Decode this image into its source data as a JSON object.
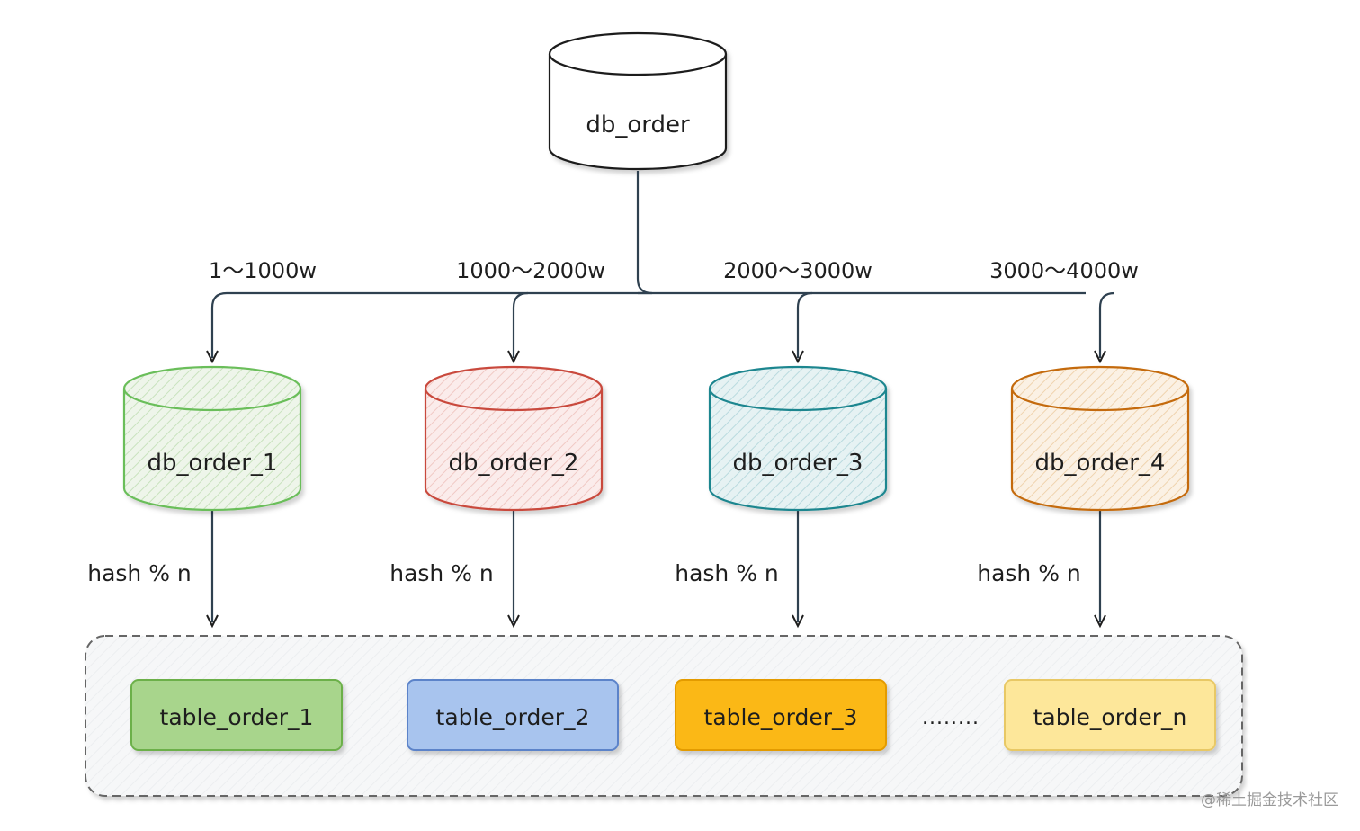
{
  "root_db": {
    "label": "db_order"
  },
  "shard_dbs": [
    {
      "label": "db_order_1",
      "range": "1～1000w",
      "routing": "hash % n",
      "color": "#6abe5a",
      "fill": "#e7f1e3"
    },
    {
      "label": "db_order_2",
      "range": "1000～2000w",
      "routing": "hash % n",
      "color": "#c94a3c",
      "fill": "#f7e1df"
    },
    {
      "label": "db_order_3",
      "range": "2000～3000w",
      "routing": "hash % n",
      "color": "#1e868f",
      "fill": "#d9ecee"
    },
    {
      "label": "db_order_4",
      "range": "3000～4000w",
      "routing": "hash % n",
      "color": "#c46b0b",
      "fill": "#f7e6d1"
    }
  ],
  "tables": [
    {
      "label": "table_order_1",
      "fill": "#a8d58c",
      "stroke": "#6cb04a"
    },
    {
      "label": "table_order_2",
      "fill": "#a8c4ee",
      "stroke": "#5b83c9"
    },
    {
      "label": "table_order_3",
      "fill": "#fbb813",
      "stroke": "#e39b00"
    },
    {
      "label": "table_order_n",
      "fill": "#fde79a",
      "stroke": "#e8c865"
    }
  ],
  "ellipsis": "........",
  "watermark": "@稀土掘金技术社区",
  "colors": {
    "stroke": "#1e1e1e",
    "connector": "#2f4150",
    "container_fill": "#f5f6f7",
    "container_stroke": "#666666"
  }
}
